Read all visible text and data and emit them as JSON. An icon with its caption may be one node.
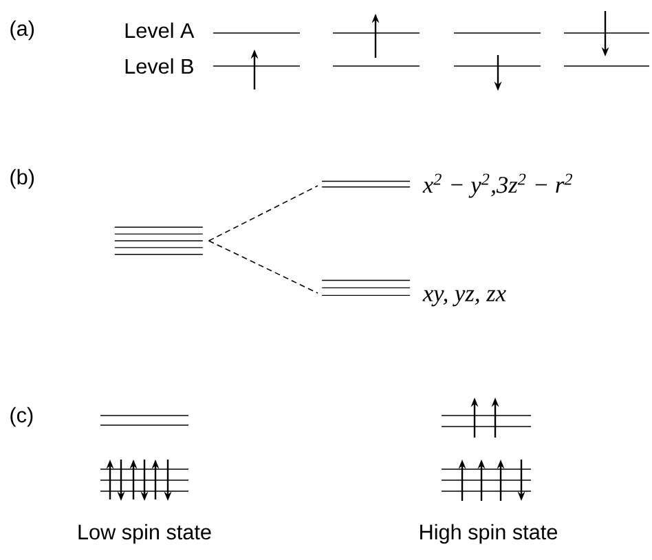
{
  "diagram": {
    "nodes": [
      {
        "text": [],
        "shape": "bar"
      },
      {
        "text": [
          "x$^{2}$ − y$^{2}$,3z$^{2}$ − r$^{2}$"
        ]
      },
      {
        "text": [
          "xy, yz, zx"
        ]
      }
    ],
    "edges": [
      {
        "from": 0,
        "to": 1,
        "arrow": "none",
        "style": "dashed"
      },
      {
        "from": 0,
        "to": 2,
        "arrow": "none",
        "style": "dashed"
      }
    ],
    "labels": [
      "(a)",
      "Level A",
      "Level B",
      "(b)",
      "(c)",
      "Low spin state",
      "High spin state"
    ]
  }
}
